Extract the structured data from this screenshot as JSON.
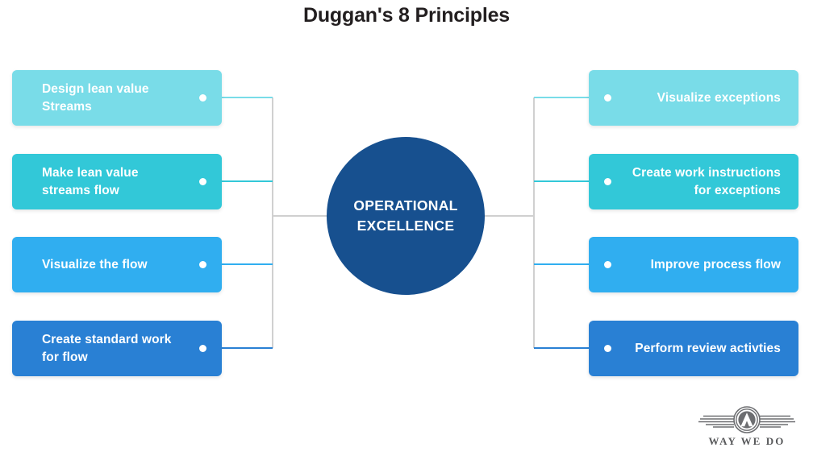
{
  "page": {
    "title": "Duggan's 8 Principles",
    "background_color": "#ffffff"
  },
  "center": {
    "label_line1": "OPERATIONAL",
    "label_line2": "EXCELLENCE",
    "color": "#17508f",
    "text_color": "#ffffff"
  },
  "connectors": {
    "spine_color": "#d0d0d0",
    "trunk_color": "#d0d0d0"
  },
  "left_branch": {
    "items": [
      {
        "label": "Design lean value Streams",
        "color": "#79dce8",
        "branch_color": "#79dce8",
        "dot_color": "#ffffff"
      },
      {
        "label": "Make lean value streams flow",
        "color": "#32c8d8",
        "branch_color": "#32c8d8",
        "dot_color": "#ffffff"
      },
      {
        "label": "Visualize the flow",
        "color": "#30aef0",
        "branch_color": "#30aef0",
        "dot_color": "#ffffff"
      },
      {
        "label": "Create standard work for flow",
        "color": "#2980d4",
        "branch_color": "#2980d4",
        "dot_color": "#ffffff"
      }
    ]
  },
  "right_branch": {
    "items": [
      {
        "label": "Visualize exceptions",
        "color": "#79dce8",
        "branch_color": "#79dce8",
        "dot_color": "#ffffff"
      },
      {
        "label": "Create work instructions for exceptions",
        "color": "#32c8d8",
        "branch_color": "#32c8d8",
        "dot_color": "#ffffff"
      },
      {
        "label": "Improve process flow",
        "color": "#30aef0",
        "branch_color": "#30aef0",
        "dot_color": "#ffffff"
      },
      {
        "label": "Perform review activties",
        "color": "#2980d4",
        "branch_color": "#2980d4",
        "dot_color": "#ffffff"
      }
    ]
  },
  "logo": {
    "wordmark": "WAY WE DO",
    "emblem_name": "winged-circle-emblem",
    "color": "#58595b"
  }
}
